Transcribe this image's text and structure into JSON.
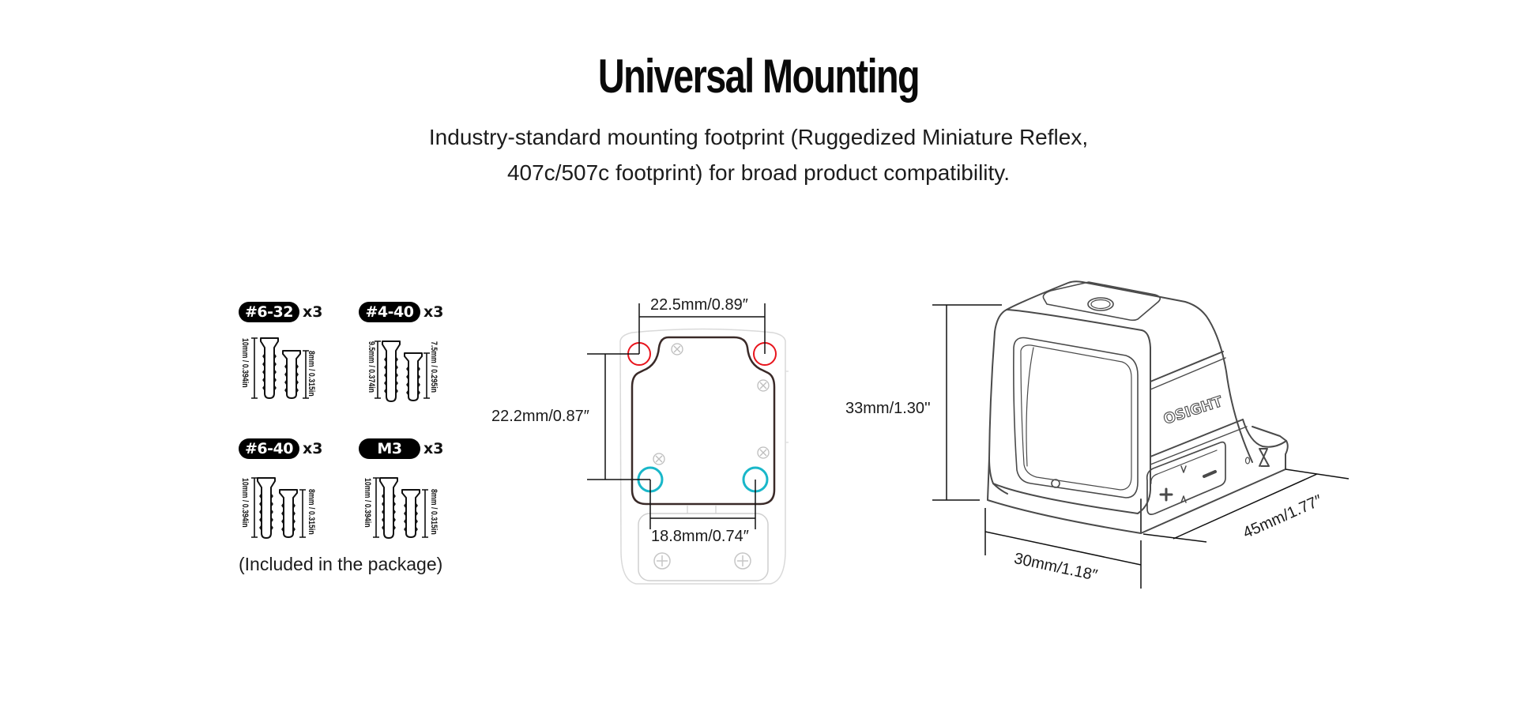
{
  "header": {
    "title": "Universal Mounting",
    "subtitle_line1": "Industry-standard mounting footprint (Ruggedized Miniature Reflex,",
    "subtitle_line2": "407c/507c footprint) for broad product compatibility."
  },
  "screws": {
    "groups": [
      {
        "thread": "#6-32",
        "quantity": "x3",
        "long_label": "10mm / 0.394in",
        "short_label": "8mm / 0.315in"
      },
      {
        "thread": "#4-40",
        "quantity": "x3",
        "long_label": "9.5mm / 0.374in",
        "short_label": "7.5mm / 0.295in"
      },
      {
        "thread": "#6-40",
        "quantity": "x3",
        "long_label": "10mm / 0.394in",
        "short_label": "8mm / 0.315in"
      },
      {
        "thread": "M3",
        "quantity": "x3",
        "long_label": "10mm / 0.394in",
        "short_label": "8mm / 0.315in"
      }
    ],
    "note": "(Included in the package)"
  },
  "footprint": {
    "top_spacing": "22.5mm/0.89″",
    "vertical_spacing": "22.2mm/0.87″",
    "bottom_spacing": "18.8mm/0.74″",
    "colors": {
      "red_holes": "#e8141c",
      "teal_holes": "#19b7c9",
      "outline": "#3a2a28",
      "plate": "#d6d6d6"
    }
  },
  "device": {
    "brand": "OSIGHT",
    "height": "33mm/1.30''",
    "width": "30mm/1.18″",
    "length": "45mm/1.77″",
    "side_buttons": [
      "+",
      "−"
    ]
  }
}
